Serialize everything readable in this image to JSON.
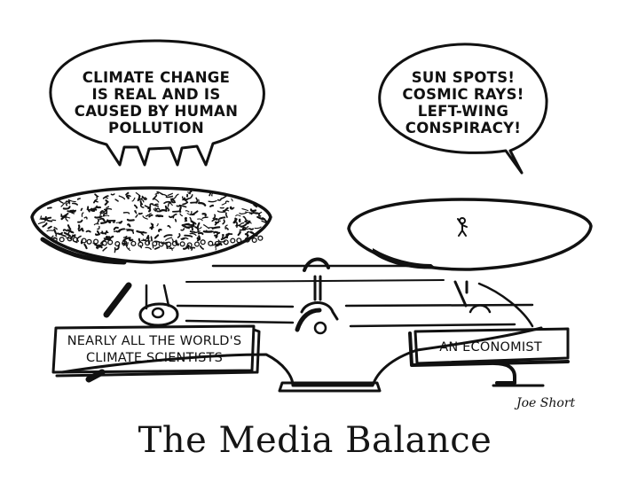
{
  "cartoon": {
    "title": "The Media Balance",
    "left_bubble": {
      "lines": [
        "CLIMATE CHANGE",
        "IS REAL AND IS",
        "CAUSED BY HUMAN",
        "POLLUTION"
      ]
    },
    "right_bubble": {
      "lines": [
        "SUN SPOTS!",
        "COSMIC RAYS!",
        "LEFT-WING",
        "CONSPIRACY!"
      ]
    },
    "left_pan_label": {
      "lines": [
        "NEARLY ALL THE WORLD'S",
        "CLIMATE SCIENTISTS"
      ]
    },
    "right_pan_label": {
      "lines": [
        "AN ECONOMIST"
      ]
    },
    "signature": "Joe Short",
    "colors": {
      "ink": "#111111",
      "paper": "#ffffff"
    }
  }
}
